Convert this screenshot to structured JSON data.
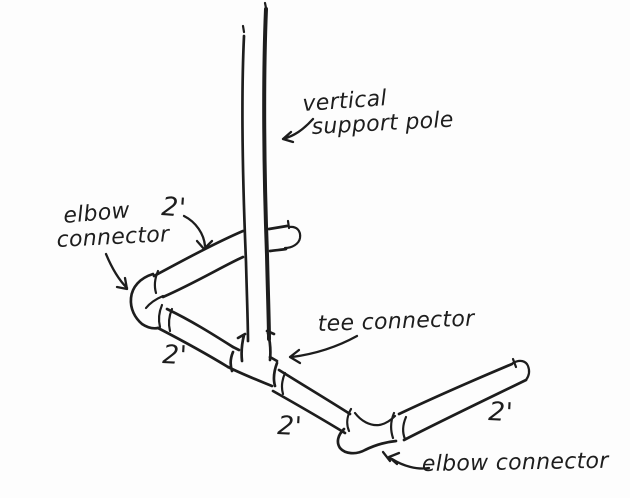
{
  "labels": {
    "pole_line1": "vertical",
    "pole_line2": "support pole",
    "elbow_top_line1": "elbow",
    "elbow_top_line2": "connector",
    "tee": "tee connector",
    "elbow_bottom": "elbow connector"
  },
  "measurements": {
    "back_pipe_length": "2'",
    "left_pipe_length": "2'",
    "middle_pipe_length": "2'",
    "right_pipe_length": "2'"
  },
  "colors": {
    "ink": "#1d1d1d",
    "paper": "#fdfdfd"
  }
}
